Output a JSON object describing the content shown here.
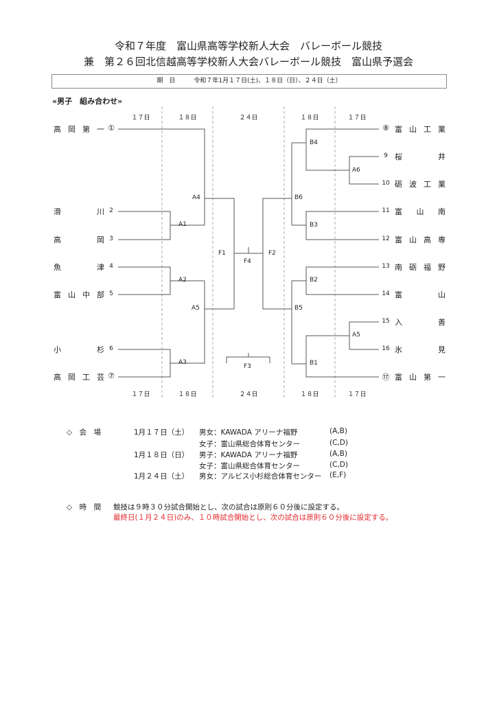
{
  "title_line1": "令和７年度　富山県高等学校新人大会　バレーボール競技",
  "title_line2": "兼　第２６回北信越高等学校新人大会バレーボール競技　富山県予選会",
  "period": {
    "label": "期　日",
    "value": "令和７年1月１７日(土)、１８日（日）、２４日（土）"
  },
  "section_title": "«男子　組み合わせ»",
  "dates": [
    "１７日",
    "１８日",
    "２４日",
    "１８日",
    "１７日"
  ],
  "left_teams": [
    {
      "name": "高岡第一",
      "num": "①"
    },
    {
      "name": "滑川",
      "num": "2"
    },
    {
      "name": "高岡",
      "num": "3"
    },
    {
      "name": "魚津",
      "num": "4"
    },
    {
      "name": "富山中部",
      "num": "5"
    },
    {
      "name": "小杉",
      "num": "6"
    },
    {
      "name": "高岡工芸",
      "num": "⑦"
    }
  ],
  "right_teams": [
    {
      "name": "富山工業",
      "num": "⑧"
    },
    {
      "name": "桜井",
      "num": "9"
    },
    {
      "name": "砺波工業",
      "num": "10"
    },
    {
      "name": "富山南",
      "num": "11"
    },
    {
      "name": "富山高専",
      "num": "12"
    },
    {
      "name": "南砺福野",
      "num": "13"
    },
    {
      "name": "富山",
      "num": "14"
    },
    {
      "name": "入善",
      "num": "15"
    },
    {
      "name": "氷見",
      "num": "16"
    },
    {
      "name": "富山第一",
      "num": "⑰"
    }
  ],
  "matches": {
    "A1": "A1",
    "A2": "A2",
    "A3": "A3",
    "A4": "A4",
    "A5": "A5",
    "A6": "A6",
    "B1": "B1",
    "B2": "B2",
    "B3": "B3",
    "B4": "B4",
    "B5": "B5",
    "B6": "B6",
    "A5r": "A5",
    "F1": "F1",
    "F2": "F2",
    "F3": "F3",
    "F4": "F4"
  },
  "venue": {
    "label": "◇　会　場",
    "rows": [
      {
        "date": "1月１７日（土）",
        "place": "男女：KAWADA アリーナ福野",
        "courts": "(A,B)"
      },
      {
        "date": "",
        "place": "女子：富山県総合体育センター",
        "courts": "(C,D)"
      },
      {
        "date": "1月１８日（日）",
        "place": "男子：KAWADA アリーナ福野",
        "courts": "(A,B)"
      },
      {
        "date": "",
        "place": "女子：富山県総合体育センター",
        "courts": "(C,D)"
      },
      {
        "date": "1月２４日（土）",
        "place": "男女：アルビス小杉総合体育センター",
        "courts": "(E,F)"
      }
    ]
  },
  "time": {
    "label": "◇　時　間",
    "line1": "競技は９時３０分試合開始とし、次の試合は原則６０分後に設定する。",
    "line2": "最終日(１月２４日)のみ、１０時試合開始とし、次の試合は原則６０分後に設定する。"
  },
  "colors": {
    "note_red": "#e0262a"
  }
}
